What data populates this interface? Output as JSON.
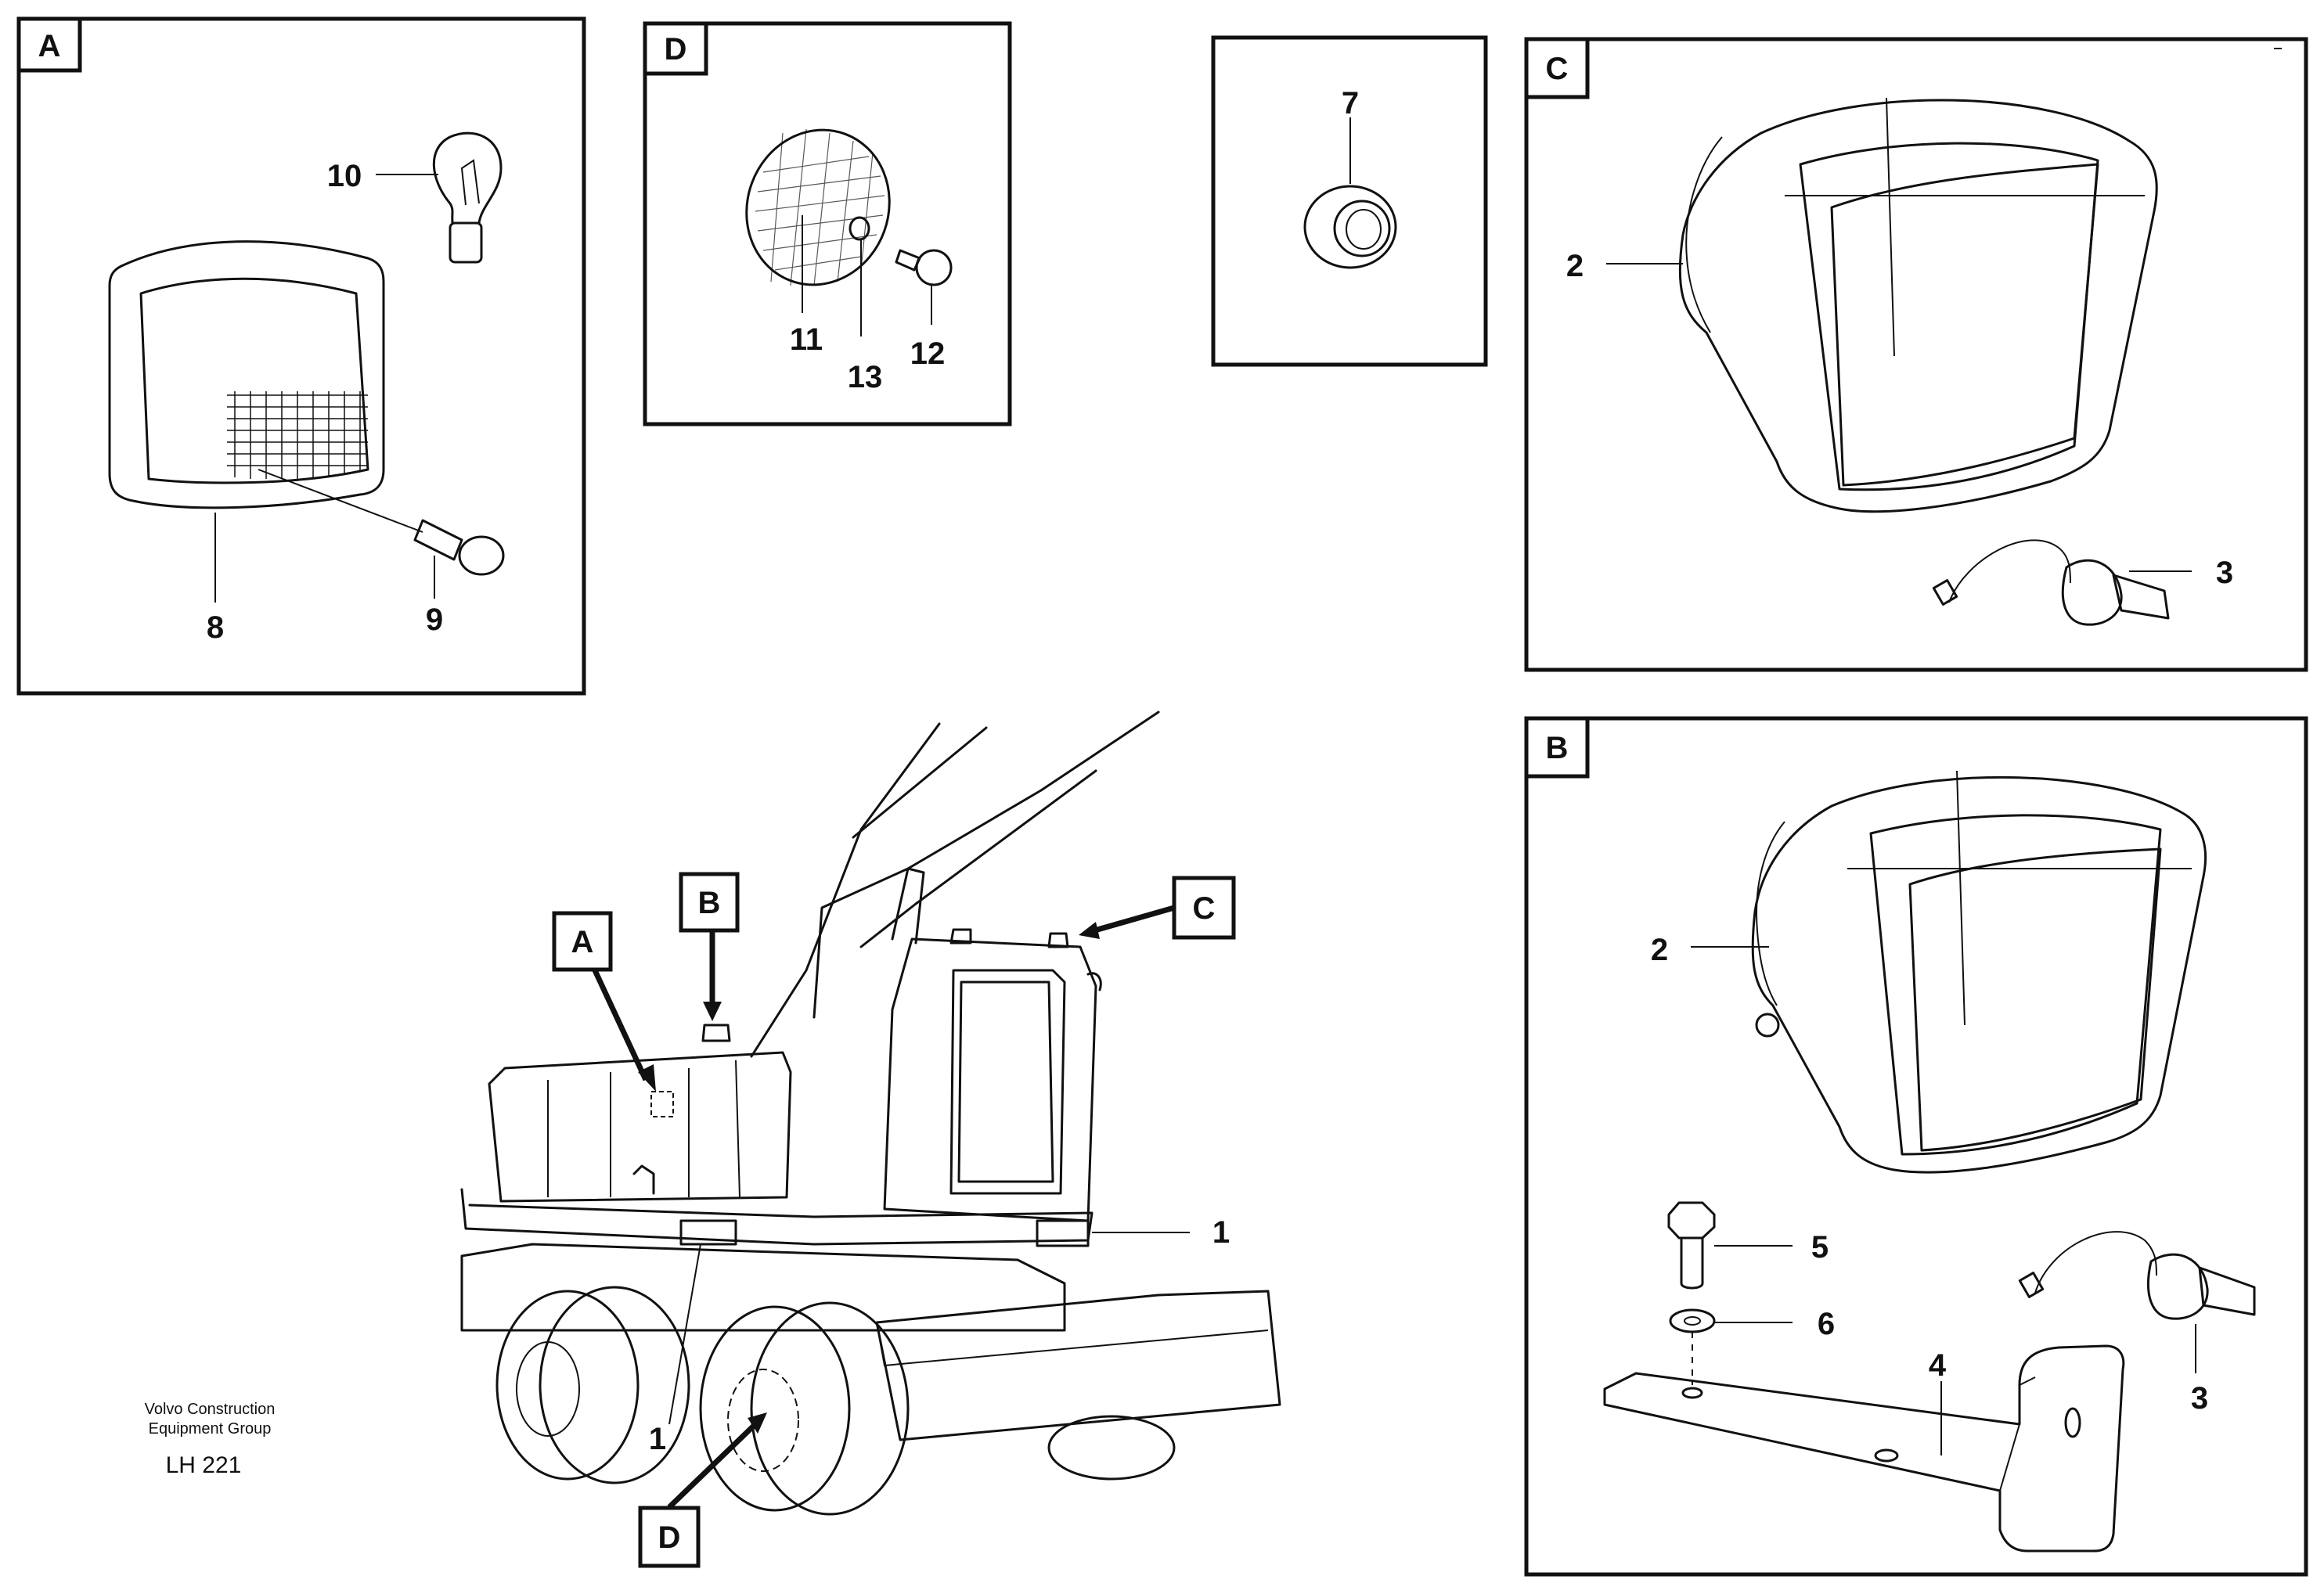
{
  "panels": {
    "A": {
      "tag": "A",
      "parts": {
        "p10": "10",
        "p8": "8",
        "p9": "9"
      }
    },
    "D": {
      "tag": "D",
      "parts": {
        "p11": "11",
        "p13": "13",
        "p12": "12"
      }
    },
    "grommet": {
      "parts": {
        "p7": "7"
      }
    },
    "C": {
      "tag": "C",
      "parts": {
        "p2": "2",
        "p3": "3"
      }
    },
    "B": {
      "tag": "B",
      "parts": {
        "p2": "2",
        "p5": "5",
        "p6": "6",
        "p4": "4",
        "p3": "3"
      }
    }
  },
  "machine": {
    "callouts": {
      "A": "A",
      "B": "B",
      "C": "C",
      "D": "D"
    },
    "parts": {
      "p1_right": "1",
      "p1_lower": "1"
    }
  },
  "footer": {
    "company_line1": "Volvo Construction",
    "company_line2": "Equipment Group",
    "code": "LH 221"
  }
}
